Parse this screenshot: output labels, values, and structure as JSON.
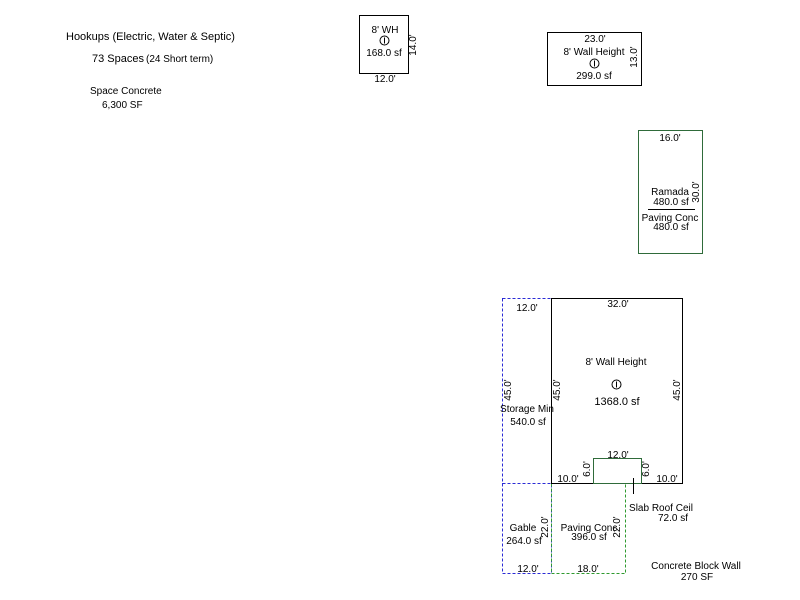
{
  "colors": {
    "outline": "#000000",
    "green": "#2f6b3a",
    "blue": "#2b2bd6",
    "green_dash": "#2f9a2f"
  },
  "notes": {
    "hookups": "Hookups (Electric, Water & Septic)",
    "spaces": "73 Spaces",
    "spaces_detail": "(24 Short term)",
    "concrete_title": "Space Concrete",
    "concrete_value": "6,300 SF"
  },
  "wh_building": {
    "title": "8' WH",
    "area": "168.0 sf",
    "right_dim": "14.0'",
    "bottom_dim": "12.0'",
    "icon": "info-circle-icon"
  },
  "wall_building_small": {
    "top_dim": "23.0'",
    "title": "8' Wall Height",
    "area": "299.0 sf",
    "right_dim": "13.0'",
    "icon": "info-circle-icon"
  },
  "ramada": {
    "top_dim": "16.0'",
    "title": "Ramada",
    "area": "480.0 sf",
    "right_dim": "30.0'",
    "paving_title": "Paving Conc",
    "paving_area": "480.0 sf"
  },
  "main_building": {
    "top_dim": "32.0'",
    "title": "8' Wall Height",
    "area": "1368.0 sf",
    "left_dim": "45.0'",
    "right_dim": "45.0'",
    "notch_top": "12.0'",
    "notch_left": "6.0'",
    "notch_right": "6.0'",
    "bottom_left": "10.0'",
    "bottom_right": "10.0'",
    "icon": "info-circle-icon"
  },
  "storage": {
    "top_dim": "12.0'",
    "left_dim": "45.0'",
    "title": "Storage Min",
    "area": "540.0 sf"
  },
  "gable": {
    "title": "Gable",
    "area": "264.0 sf",
    "right_dim": "22.0'",
    "bottom_dim": "12.0'"
  },
  "paving_lower": {
    "title": "Paving Conc",
    "area": "396.0 sf",
    "right_dim": "22.0'",
    "bottom_dim": "18.0'"
  },
  "slab": {
    "title": "Slab Roof Ceil",
    "area": "72.0 sf"
  },
  "block_wall": {
    "title": "Concrete Block Wall",
    "area": "270 SF"
  }
}
